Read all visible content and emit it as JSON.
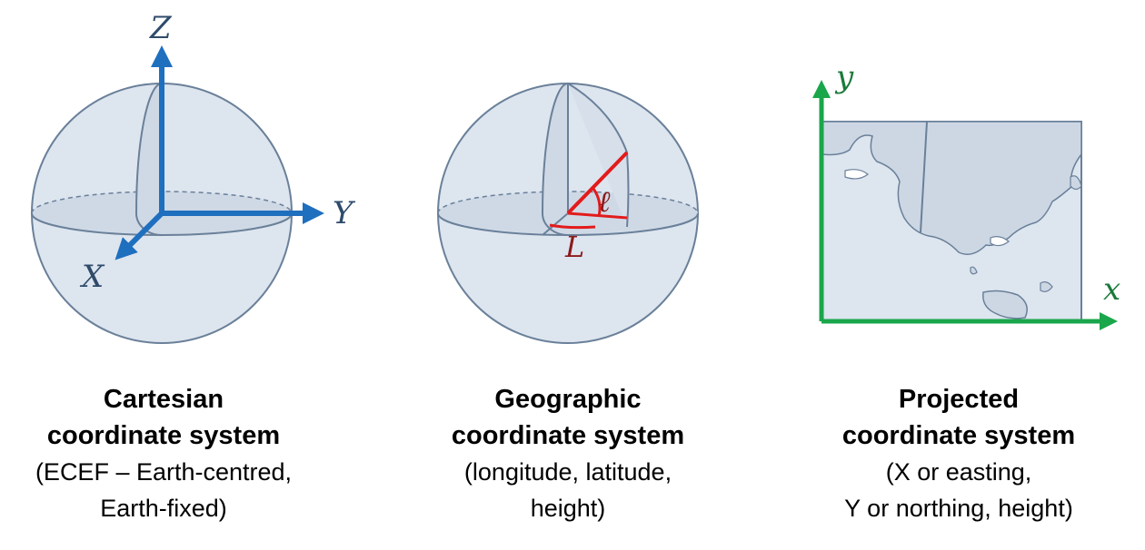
{
  "panels": [
    {
      "axis_labels": {
        "z": "Z",
        "y": "Y",
        "x": "X"
      },
      "title_line1": "Cartesian",
      "title_line2": "coordinate system",
      "desc_line1": "(ECEF – Earth-centred,",
      "desc_line2": "Earth-fixed)"
    },
    {
      "angle_labels": {
        "lat": "ℓ",
        "lon": "L"
      },
      "title_line1": "Geographic",
      "title_line2": "coordinate system",
      "desc_line1": "(longitude, latitude,",
      "desc_line2": "height)"
    },
    {
      "axis_labels": {
        "y": "y",
        "x": "x"
      },
      "title_line1": "Projected",
      "title_line2": "coordinate system",
      "desc_line1": "(X or easting,",
      "desc_line2": "Y or northing, height)"
    }
  ],
  "colors": {
    "sphere_fill": "#dde5ef",
    "sphere_stroke": "#6a8099",
    "cartesian_axes": "#1f6fbf",
    "axis_label_text": "#2e4b6b",
    "geographic_angles": "#e31b1b",
    "angle_label_text": "#8b1a1a",
    "projected_axes": "#1aa64b",
    "projected_label_text": "#1a7a3a",
    "map_fill": "#dde5ef"
  }
}
